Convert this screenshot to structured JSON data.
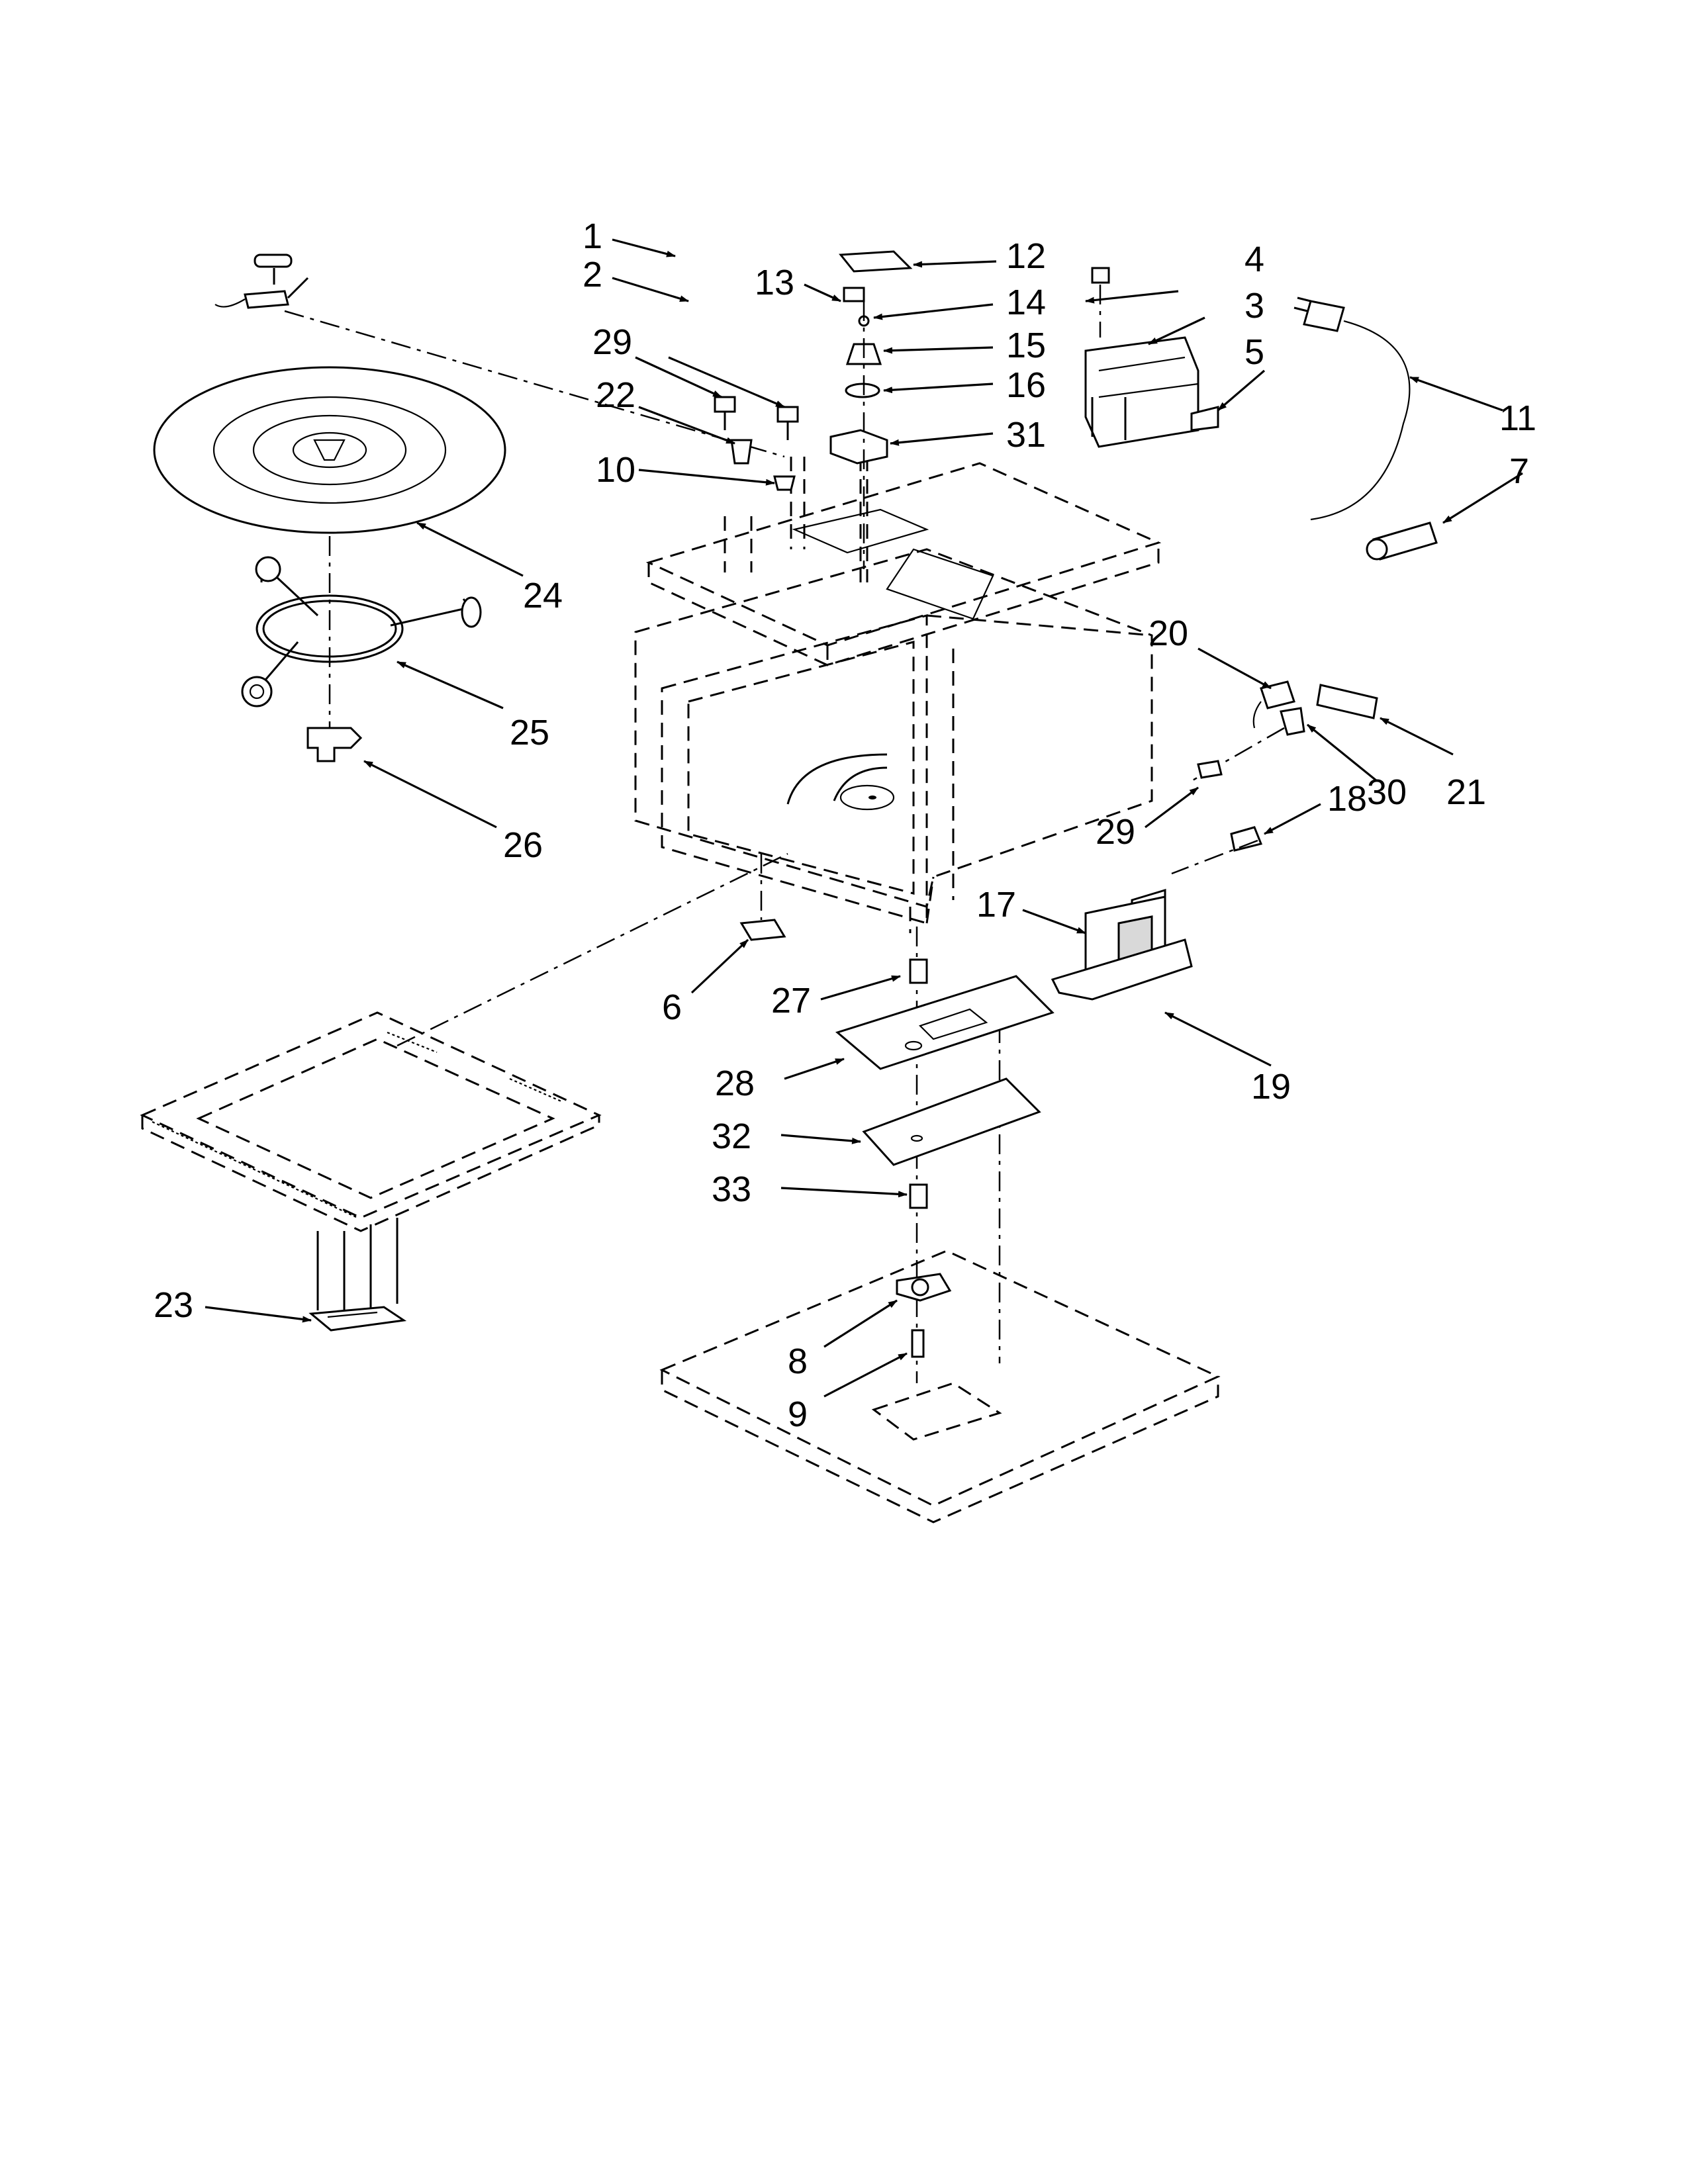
{
  "callouts": [
    "1",
    "2",
    "3",
    "4",
    "5",
    "6",
    "7",
    "8",
    "9",
    "10",
    "11",
    "12",
    "13",
    "14",
    "15",
    "16",
    "17",
    "18",
    "19",
    "20",
    "21",
    "22",
    "23",
    "24",
    "25",
    "26",
    "27",
    "28",
    "29",
    "29",
    "30",
    "31",
    "32",
    "33"
  ],
  "colors": {
    "line": "#000000",
    "background": "#ffffff"
  }
}
